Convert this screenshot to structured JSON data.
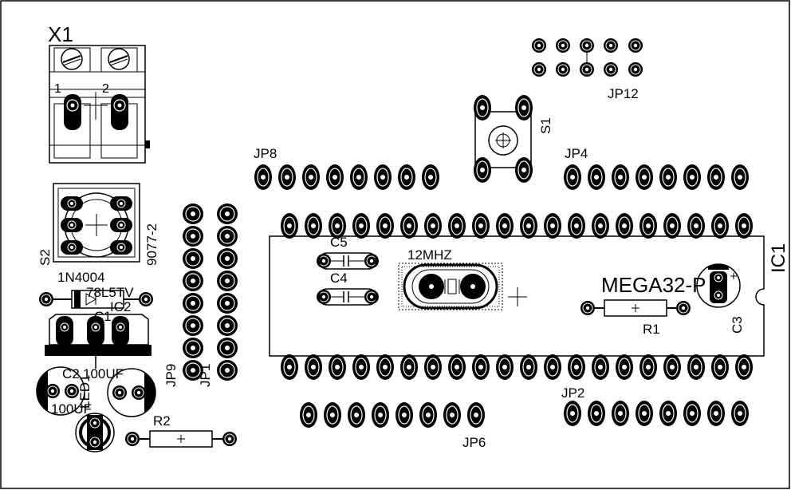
{
  "labels": {
    "x1": "X1",
    "x1_pin1": "1",
    "x1_pin2": "2",
    "s2": "S2",
    "s2_part": "9077-2",
    "d1": "1N4004",
    "reg": "78L5TV",
    "ic2": "IC2",
    "c1": "C1",
    "c1_val": "100UF",
    "c2": "C2",
    "c2_val": "100UF",
    "led": "LED1",
    "r2": "R2",
    "jp9": "JP9",
    "jp1": "JP1",
    "jp8": "JP8",
    "jp4": "JP4",
    "jp12": "JP12",
    "s1": "S1",
    "c5": "C5",
    "c4": "C4",
    "crystal": "12MHZ",
    "mcu": "MEGA32-P",
    "ic1": "IC1",
    "c3": "C3",
    "r1": "R1",
    "jp6": "JP6",
    "jp2": "JP2"
  }
}
